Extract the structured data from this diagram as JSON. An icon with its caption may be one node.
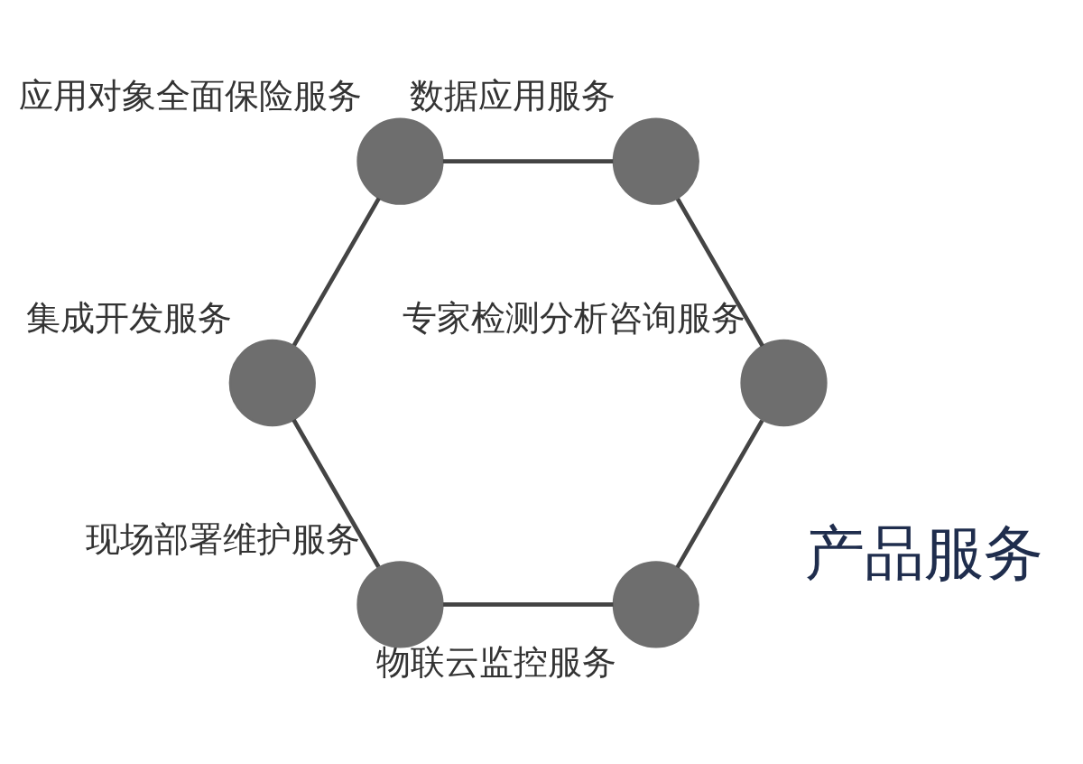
{
  "diagram": {
    "nodes": [
      {
        "text": [],
        "shape": "circle",
        "beside": [
          "物联云监控服务"
        ]
      },
      {
        "text": [],
        "shape": "circle",
        "beside": [
          "专家检测分析咨询服务"
        ]
      },
      {
        "text": [],
        "shape": "circle",
        "beside": [
          "现场部署维护服务"
        ]
      },
      {
        "text": [],
        "shape": "circle",
        "beside": [
          "数据应用服务"
        ]
      },
      {
        "text": [],
        "shape": "circle",
        "beside": [
          "集成开发服务"
        ]
      },
      {
        "text": [],
        "shape": "circle",
        "beside": [
          "应用对象全面保险服务"
        ]
      }
    ],
    "edges": [
      {
        "from": 0,
        "to": 2,
        "arrow": "none"
      },
      {
        "from": 2,
        "to": 4,
        "arrow": "none"
      },
      {
        "from": 4,
        "to": 5,
        "arrow": "none"
      },
      {
        "from": 5,
        "to": 3,
        "arrow": "none"
      },
      {
        "from": 3,
        "to": 1,
        "arrow": "none"
      },
      {
        "from": 1,
        "to": 0,
        "arrow": "none"
      }
    ],
    "labels": [
      "产品服务"
    ]
  }
}
